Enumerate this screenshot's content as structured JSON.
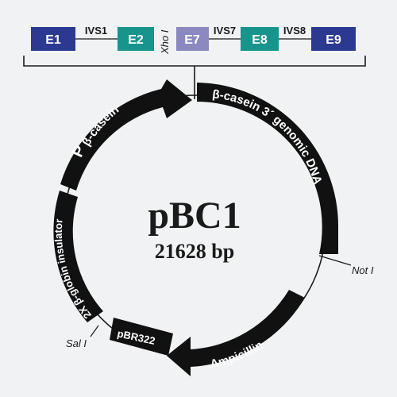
{
  "plasmid": {
    "name": "pBC1",
    "size": "21628 bp"
  },
  "gene_map": {
    "exons": [
      {
        "label": "E1",
        "color": "#2b3990"
      },
      {
        "label": "E2",
        "color": "#17958d"
      },
      {
        "label": "E7",
        "color": "#8b89c0"
      },
      {
        "label": "E8",
        "color": "#17958d"
      },
      {
        "label": "E9",
        "color": "#2b3990"
      }
    ],
    "introns": [
      "IVS1",
      "IVS7",
      "IVS8"
    ],
    "restriction_site": "Xho I"
  },
  "features": {
    "promoter_p": "P",
    "promoter_beta": "β-casein",
    "casein_3prime": "β-casein 3´ genomic DNA",
    "ampicillin": "Ampicillin",
    "pbr322": "pBR322",
    "insulator": "2X β-globin insulator"
  },
  "sites": {
    "not1": "Not I",
    "sal1": "Sal I"
  },
  "colors": {
    "feature_fill": "#111111",
    "background": "#f0f2f3"
  }
}
